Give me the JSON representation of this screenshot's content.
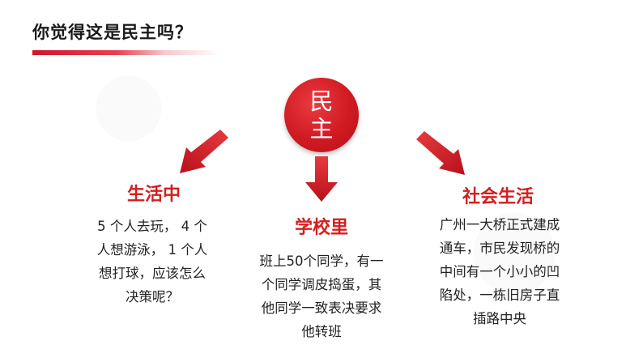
{
  "slide": {
    "title": "你觉得这是民主吗？",
    "center": {
      "line1": "民",
      "line2": "主"
    },
    "sections": {
      "left": {
        "heading": "生活中",
        "lines": [
          "5 个人去玩， 4 个",
          "人想游泳， 1 个人",
          "想打球，应该怎么",
          "决策呢？"
        ]
      },
      "middle": {
        "heading": "学校里",
        "lines": [
          "班上50个同学，有一",
          "个同学调皮捣蛋，其",
          "他同学一致表决要求",
          "他转班"
        ]
      },
      "right": {
        "heading": "社会生活",
        "lines": [
          "广州一大桥正式建成",
          "通车，市民发现桥的",
          "中间有一个小小的凹",
          "陷处，一栋旧房子直",
          "插路中央"
        ]
      }
    }
  },
  "colors": {
    "accent": "#d41e1e",
    "circle": "#d01a22",
    "text": "#222222"
  }
}
